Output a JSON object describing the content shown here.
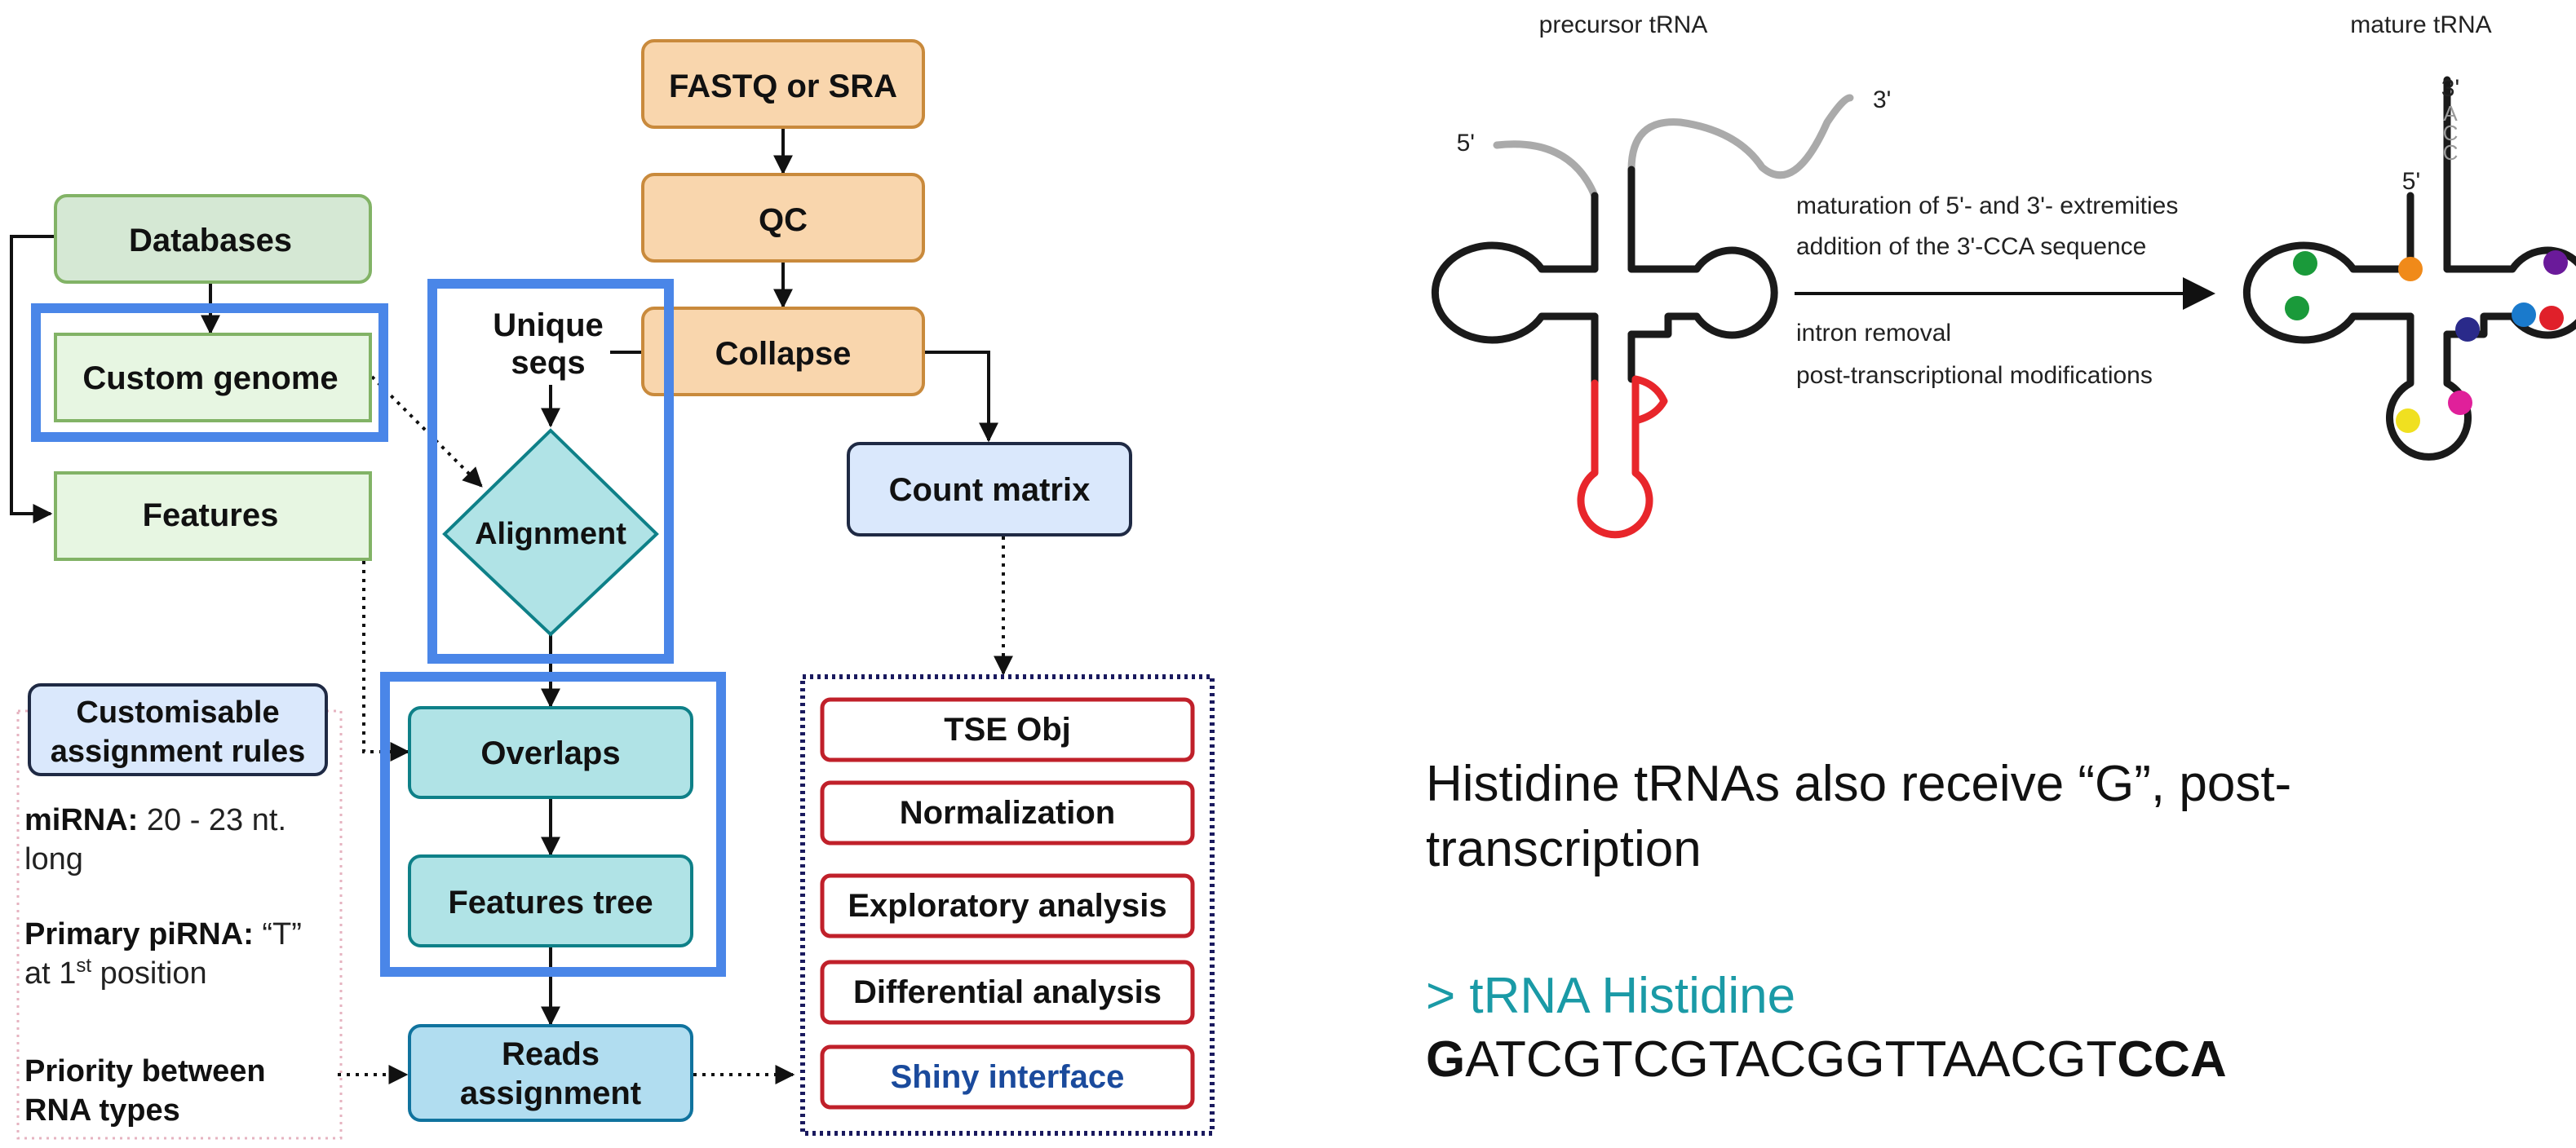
{
  "colors": {
    "orange_fill": "#f9d6ad",
    "orange_stroke": "#c98a3c",
    "green_fill": "#d5e8d4",
    "green_light_fill": "#e7f6e2",
    "green_stroke": "#82b366",
    "teal_fill": "#b0e3e6",
    "teal_stroke": "#0e8088",
    "blue_fill": "#dae8fc",
    "blue_stroke": "#1f2a44",
    "reads_fill": "#b1ddf0",
    "reads_stroke": "#10739e",
    "highlight": "#4a86e8",
    "red_stroke": "#c0202a",
    "navy_dots": "#1a1a5e",
    "pink_dots": "#e6b3c0",
    "teal_text": "#1a9aa6",
    "shiny_text": "#1a4a9c",
    "trna_red": "#e8262b",
    "mod_green": "#1a9a3a",
    "mod_orange": "#f08a1a",
    "mod_purple": "#6a1a9a",
    "mod_blue": "#1a7acc",
    "mod_red": "#e0202a",
    "mod_navy": "#2a2a8a",
    "mod_yellow": "#f0e020",
    "mod_pink": "#e0209a"
  },
  "flowchart": {
    "fastq": "FASTQ or SRA",
    "qc": "QC",
    "collapse": "Collapse",
    "databases": "Databases",
    "custom_genome": "Custom genome",
    "features": "Features",
    "unique_seqs_line1": "Unique",
    "unique_seqs_line2": "seqs",
    "alignment": "Alignment",
    "count_matrix": "Count matrix",
    "overlaps": "Overlaps",
    "features_tree": "Features tree",
    "reads_assignment_line1": "Reads",
    "reads_assignment_line2": "assignment",
    "outputs": [
      "TSE Obj",
      "Normalization",
      "Exploratory analysis",
      "Differential analysis",
      "Shiny interface"
    ],
    "rules": {
      "title_line1": "Customisable",
      "title_line2": "assignment rules",
      "mirna_bold": "miRNA:",
      "mirna_text": " 20 - 23 nt.",
      "mirna_text2": "long",
      "pirna_bold": "Primary piRNA:",
      "pirna_text": " “T”",
      "pirna_text2_pre": "at 1",
      "pirna_sup": "st",
      "pirna_text2_post": " position",
      "priority_line1": "Priority between",
      "priority_line2": "RNA types"
    }
  },
  "trna": {
    "precursor_label": "precursor tRNA",
    "mature_label": "mature tRNA",
    "five_prime": "5'",
    "three_prime": "3'",
    "acc_a": "A",
    "acc_c1": "C",
    "acc_c2": "C",
    "step1": "maturation of 5'- and 3'- extremities",
    "step2": "addition of the 3'-CCA sequence",
    "step3": "intron removal",
    "step4": "post-transcriptional modifications"
  },
  "histidine": {
    "line1": "Histidine tRNAs also receive “G”, post-",
    "line2": "transcription",
    "fasta_header": "> tRNA Histidine",
    "seq_start": "G",
    "seq_middle": "ATCGTCGTACGGTTAACGT",
    "seq_end": "CCA"
  }
}
